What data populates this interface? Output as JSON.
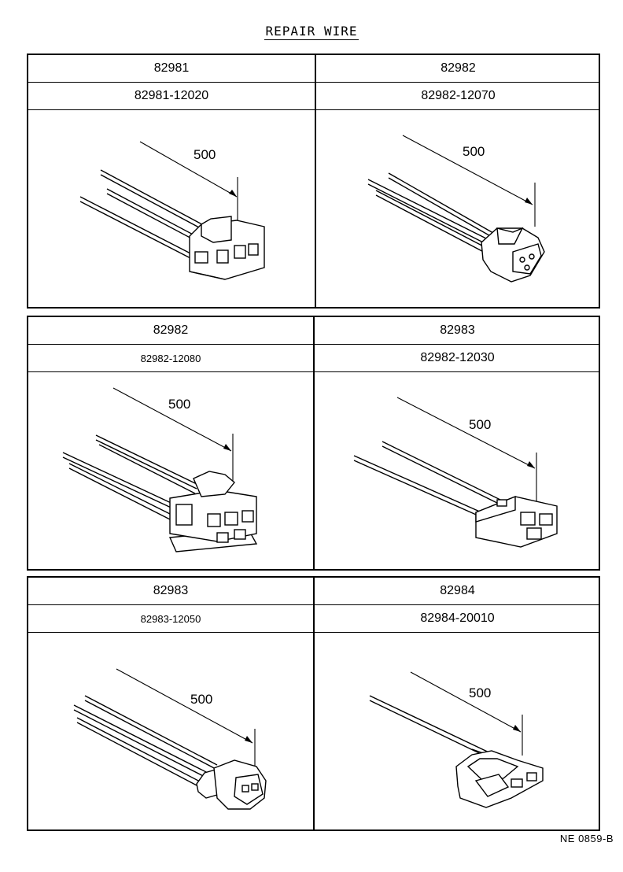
{
  "title": "REPAIR WIRE",
  "footer": "NE 0859-B",
  "dimension": "500",
  "panels": [
    {
      "code": "82981",
      "part": "82981-12020"
    },
    {
      "code": "82982",
      "part": "82982-12070"
    },
    {
      "code": "82982",
      "part": "82982-12080"
    },
    {
      "code": "82983",
      "part": "82982-12030"
    },
    {
      "code": "82983",
      "part": "82983-12050"
    },
    {
      "code": "82984",
      "part": "82984-20010"
    }
  ]
}
